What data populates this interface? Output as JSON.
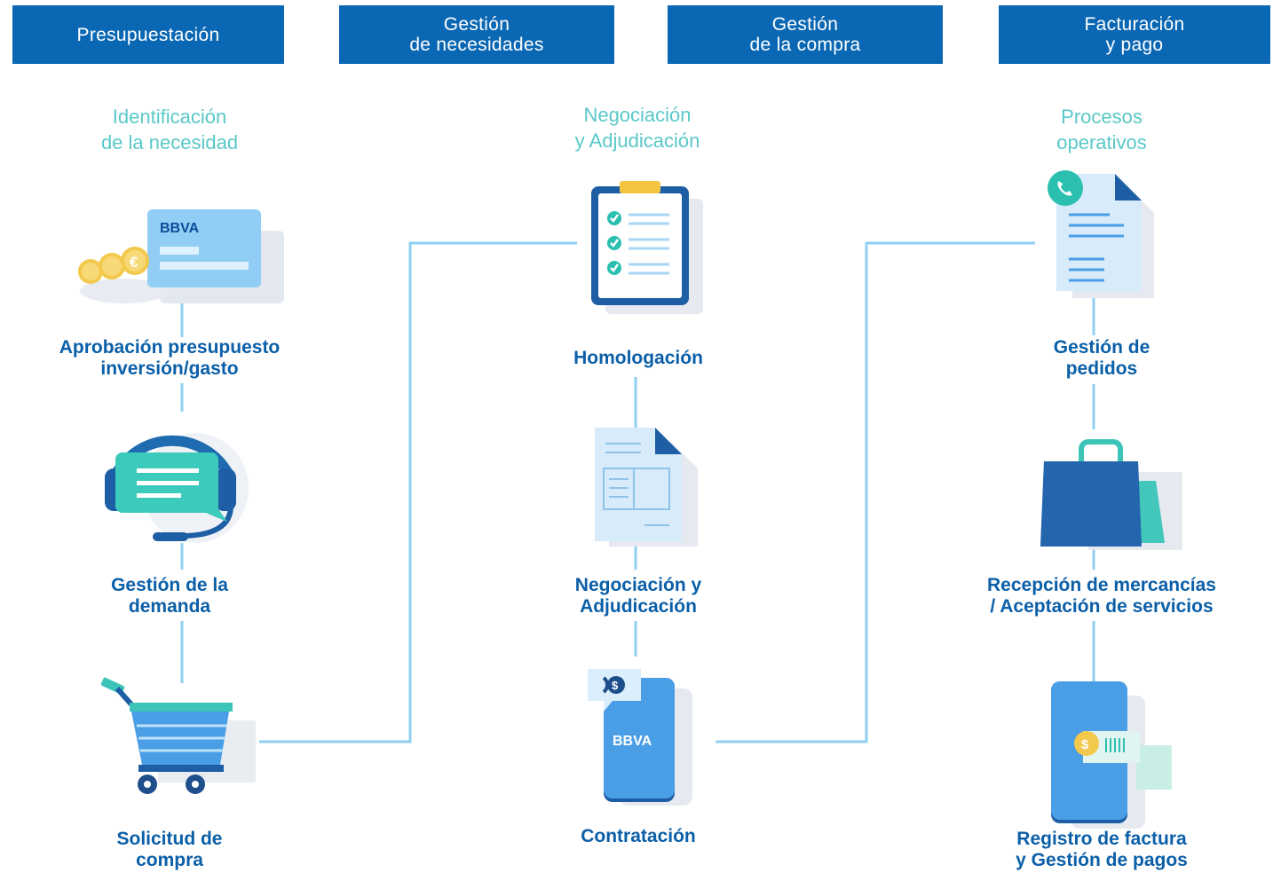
{
  "headers": [
    "Presupuestación",
    "Gestión\nde necesidades",
    "Gestión\nde la compra",
    "Facturación\ny pago"
  ],
  "phases": [
    "Identificación\nde la necesidad",
    "Negociación\ny Adjudicación",
    "Procesos\noperativos"
  ],
  "steps": {
    "aprobacion": "Aprobación presupuesto\ninversión/gasto",
    "demanda": "Gestión de la\ndemanda",
    "solicitud": "Solicitud de\ncompra",
    "homologacion": "Homologación",
    "negociacion": "Negociación y\nAdjudicación",
    "contratacion": "Contratación",
    "pedidos": "Gestión de\npedidos",
    "recepcion": "Recepción de mercancías\n/ Aceptación de servicios",
    "registro": "Registro de factura\ny Gestión de pagos"
  },
  "icons": {
    "card_brand": "BBVA",
    "phone_brand": "BBVA",
    "coin_symbol": "€",
    "dollar_symbol": "$"
  },
  "colors": {
    "header_bg": "#0a67b3",
    "phase_text": "#5ac8c8",
    "label_text": "#0b5fa8",
    "connector": "#8fd0f2"
  }
}
